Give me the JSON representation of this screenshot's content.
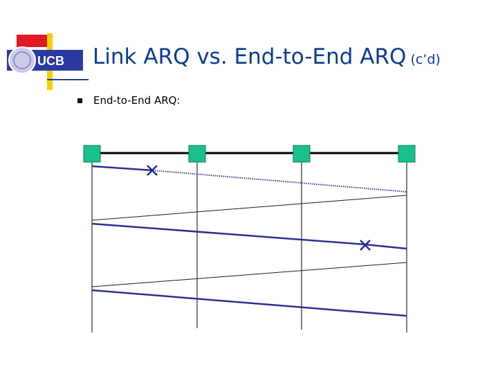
{
  "slide": {
    "title": "Link ARQ vs. End-to-End ARQ",
    "title_suffix": "(c’d)",
    "logo_text": "UCB",
    "bullet": "End-to-End ARQ:"
  },
  "colors": {
    "title": "#0b3c93",
    "node_fill": "#19c08b",
    "data_line": "#2e2f8f",
    "ack_line": "#1a1a1a",
    "loss_marker": "#1e2a9a",
    "logo_red": "#e11b22",
    "logo_yellow": "#f5d000"
  },
  "diagram": {
    "node_count": 4,
    "transmissions": [
      {
        "kind": "data",
        "result": "lost"
      },
      {
        "kind": "ack"
      },
      {
        "kind": "data",
        "result": "lost"
      },
      {
        "kind": "ack"
      },
      {
        "kind": "data",
        "result": "delivered"
      }
    ]
  }
}
